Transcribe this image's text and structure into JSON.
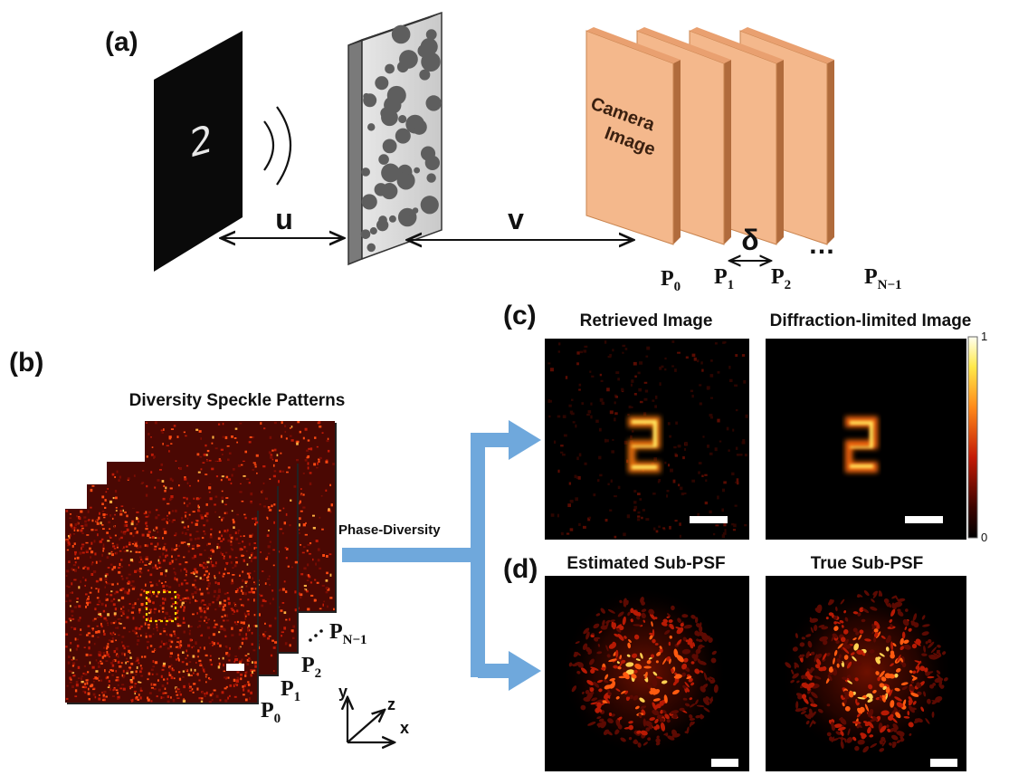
{
  "panel_a": {
    "label": "(a)",
    "object_glyph": "2",
    "dist_u": "u",
    "dist_v": "v",
    "camera_text": [
      "Camera",
      "Image"
    ],
    "delta": "δ",
    "ellipsis": "…",
    "planes": [
      {
        "base": "P",
        "sub": "0"
      },
      {
        "base": "P",
        "sub": "1"
      },
      {
        "base": "P",
        "sub": "2"
      },
      {
        "base": "P",
        "sub": "N−1"
      }
    ]
  },
  "panel_b": {
    "label": "(b)",
    "title": "Diversity Speckle Patterns",
    "arrow_label": "Phase-Diversity",
    "planes": [
      {
        "base": "P",
        "sub": "0"
      },
      {
        "base": "P",
        "sub": "1"
      },
      {
        "base": "P",
        "sub": "2"
      },
      {
        "base": "P",
        "sub": "N−1"
      }
    ],
    "axes": {
      "x": "x",
      "y": "y",
      "z": "z"
    }
  },
  "panel_c": {
    "label": "(c)",
    "left_title": "Retrieved Image",
    "right_title": "Diffraction-limited Image",
    "colorbar_max": "1",
    "colorbar_min": "0"
  },
  "panel_d": {
    "label": "(d)",
    "left_title": "Estimated Sub-PSF",
    "right_title": "True Sub-PSF"
  },
  "colors": {
    "speckle_bg": "#5a0a04",
    "speckle_hot": "#ff5a18",
    "camera": "#f4b88c",
    "camera_edge": "#b06b3c",
    "arrow_blue": "#6fa8dc",
    "roi": "#ffd400"
  }
}
